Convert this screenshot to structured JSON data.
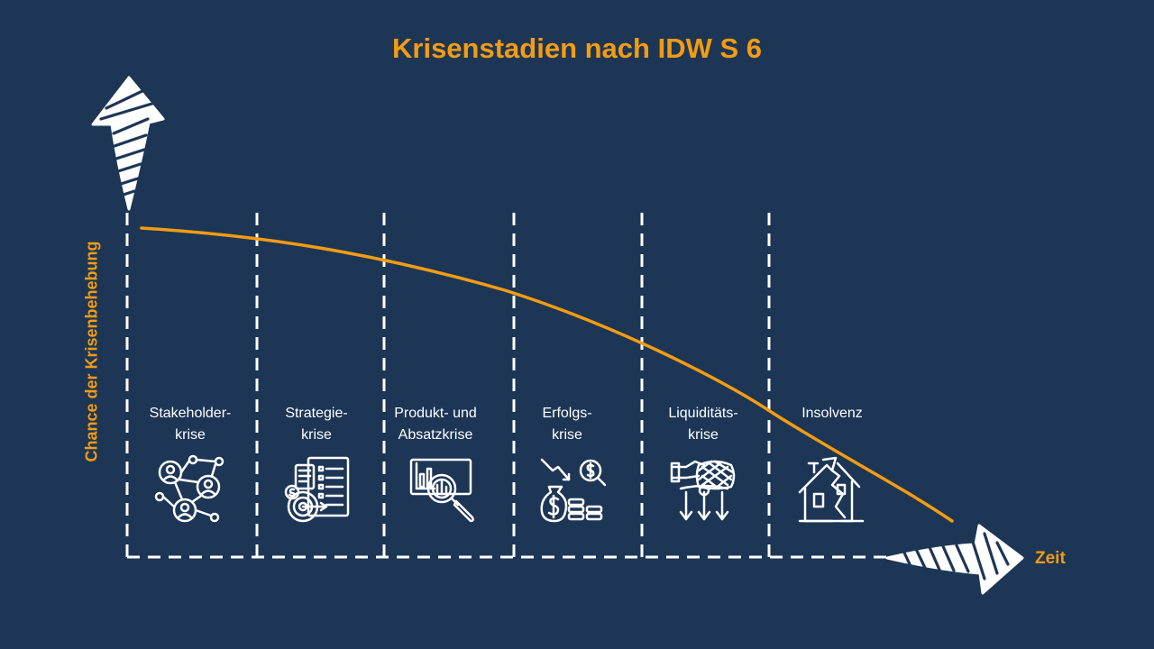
{
  "title": "Krisenstadien nach IDW S 6",
  "axes": {
    "y_label": "Chance der Krisenbehebung",
    "x_label": "Zeit"
  },
  "stages": [
    {
      "line1": "Stakeholder-",
      "line2": "krise",
      "icon": "network-people-icon"
    },
    {
      "line1": "Strategie-",
      "line2": "krise",
      "icon": "strategy-target-icon"
    },
    {
      "line1": "Produkt- und",
      "line2": "Absatzkrise",
      "icon": "analytics-magnifier-icon"
    },
    {
      "line1": "Erfolgs-",
      "line2": "krise",
      "icon": "money-decline-icon"
    },
    {
      "line1": "Liquiditäts-",
      "line2": "krise",
      "icon": "cash-outflow-icon"
    },
    {
      "line1": "Insolvenz",
      "line2": "",
      "icon": "broken-house-icon"
    }
  ],
  "colors": {
    "background": "#1d3656",
    "accent": "#f39c12",
    "lines": "#ffffff"
  }
}
